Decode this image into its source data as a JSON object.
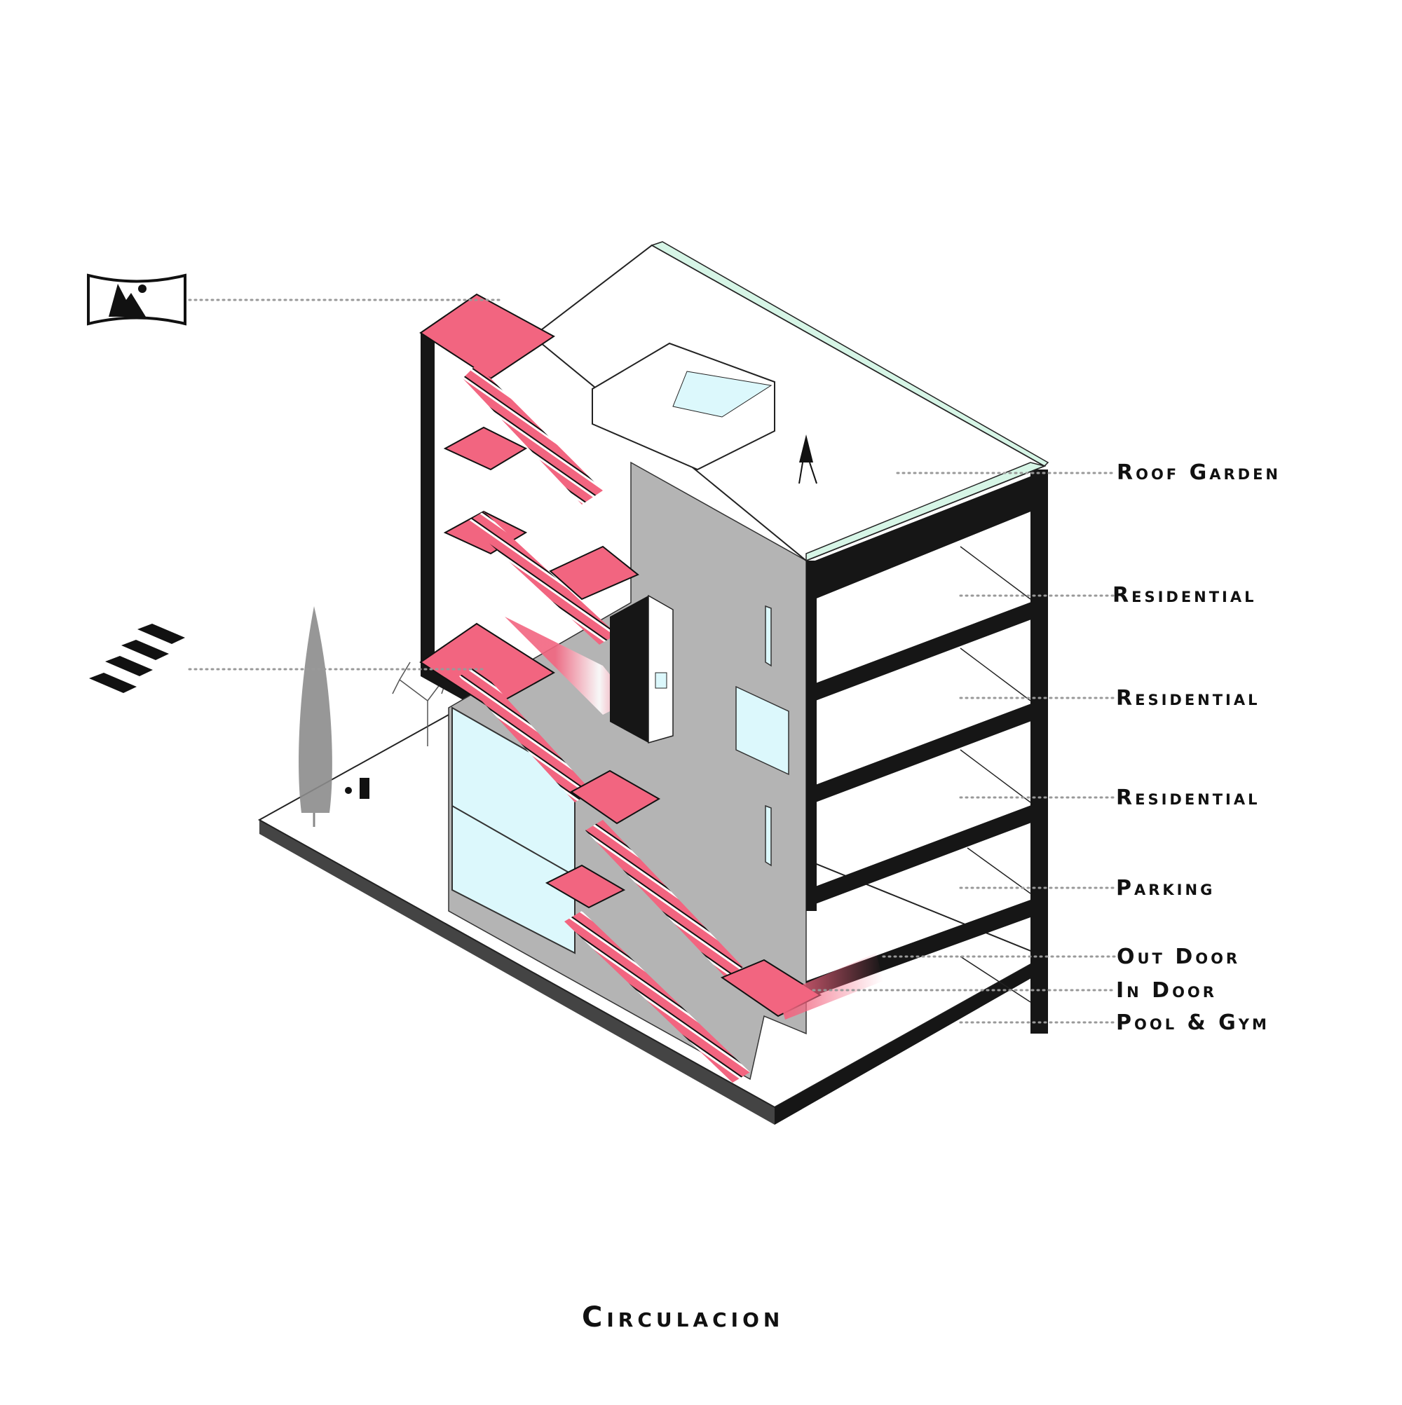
{
  "diagram": {
    "title": "Circulacion",
    "colors": {
      "stair_pink": "#f26580",
      "structure_black": "#161616",
      "wall_gray": "#b4b4b4",
      "glass_cyan": "#dcf8fc",
      "planter_green": "#d6f5e6",
      "leader_dot": "#999999"
    },
    "legend_icons": [
      {
        "name": "panorama-view-icon",
        "meaning": "view"
      },
      {
        "name": "stairs-icon",
        "meaning": "stairs"
      }
    ],
    "floor_labels": [
      {
        "id": "roof",
        "label": "Roof Garden"
      },
      {
        "id": "res1",
        "label": "Residential"
      },
      {
        "id": "res2",
        "label": "Residential"
      },
      {
        "id": "res3",
        "label": "Residential"
      },
      {
        "id": "parking",
        "label": "Parking"
      },
      {
        "id": "outdoor",
        "label": "Out Door"
      },
      {
        "id": "indoor",
        "label": "In Door"
      },
      {
        "id": "pool",
        "label": "Pool & Gym"
      }
    ]
  }
}
